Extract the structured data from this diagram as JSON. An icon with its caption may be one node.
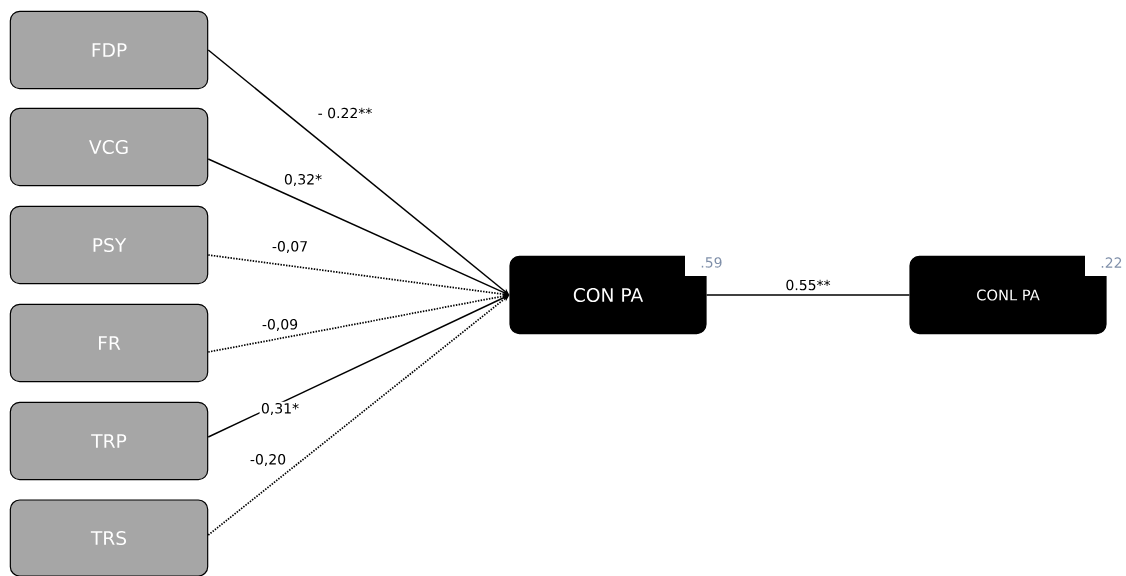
{
  "diagram": {
    "nodes": [
      {
        "text": [
          "FDP"
        ]
      },
      {
        "text": [
          "VCG"
        ]
      },
      {
        "text": [
          "PSY"
        ]
      },
      {
        "text": [
          "FR"
        ]
      },
      {
        "text": [
          "TRP"
        ]
      },
      {
        "text": [
          "TRS"
        ]
      },
      {
        "text": [
          "CON PA"
        ],
        "beside": [
          ".59"
        ]
      },
      {
        "text": [
          "CONL PA"
        ],
        "beside": [
          ".22"
        ]
      }
    ],
    "edges": [
      {
        "from": 0,
        "to": 6,
        "arrow": "to",
        "label": "- 0.22**"
      },
      {
        "from": 1,
        "to": 6,
        "arrow": "to",
        "label": "0,32*"
      },
      {
        "from": 2,
        "to": 6,
        "arrow": "to",
        "label": "-0,07",
        "style": "dashed"
      },
      {
        "from": 3,
        "to": 6,
        "arrow": "to",
        "label": "-0,09",
        "style": "dashed"
      },
      {
        "from": 4,
        "to": 6,
        "arrow": "to",
        "label": "0,31*"
      },
      {
        "from": 5,
        "to": 6,
        "arrow": "to",
        "label": "-0,20",
        "style": "dashed"
      },
      {
        "from": 6,
        "to": 7,
        "arrow": "none",
        "label": "0.55**"
      }
    ]
  }
}
